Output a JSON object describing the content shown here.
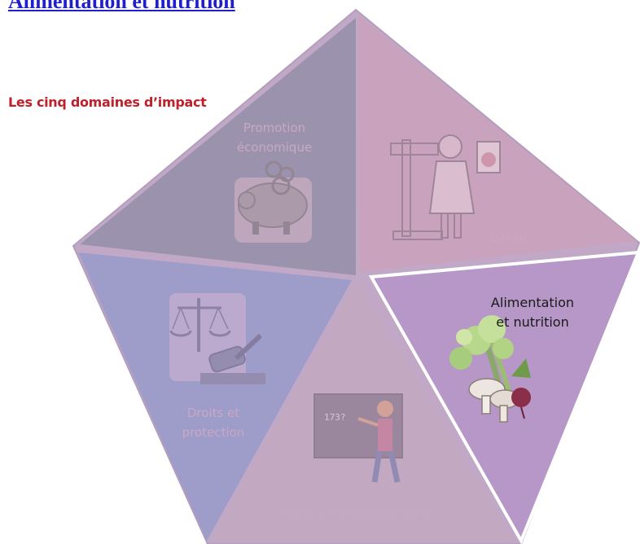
{
  "header": {
    "title": "Alimentation et nutrition",
    "subtitle": "Les cinq domaines d’impact"
  },
  "domains": [
    {
      "id": "promotion",
      "line1": "Promotion",
      "line2": "économique",
      "color": "#9b93ae",
      "active": false
    },
    {
      "id": "sante",
      "line1": "Santé",
      "line2": "",
      "color": "#c9a2bd",
      "active": false
    },
    {
      "id": "alimentation",
      "line1": "Alimentation",
      "line2": "et nutrition",
      "color": "#b697c7",
      "active": true
    },
    {
      "id": "soins",
      "line1": "Soins et développement",
      "line2": "",
      "color": "#c2a9c1",
      "active": false
    },
    {
      "id": "droits",
      "line1": "Droits et",
      "line2": "protection",
      "color": "#9e9cc9",
      "active": false
    }
  ],
  "board_text": "173?"
}
